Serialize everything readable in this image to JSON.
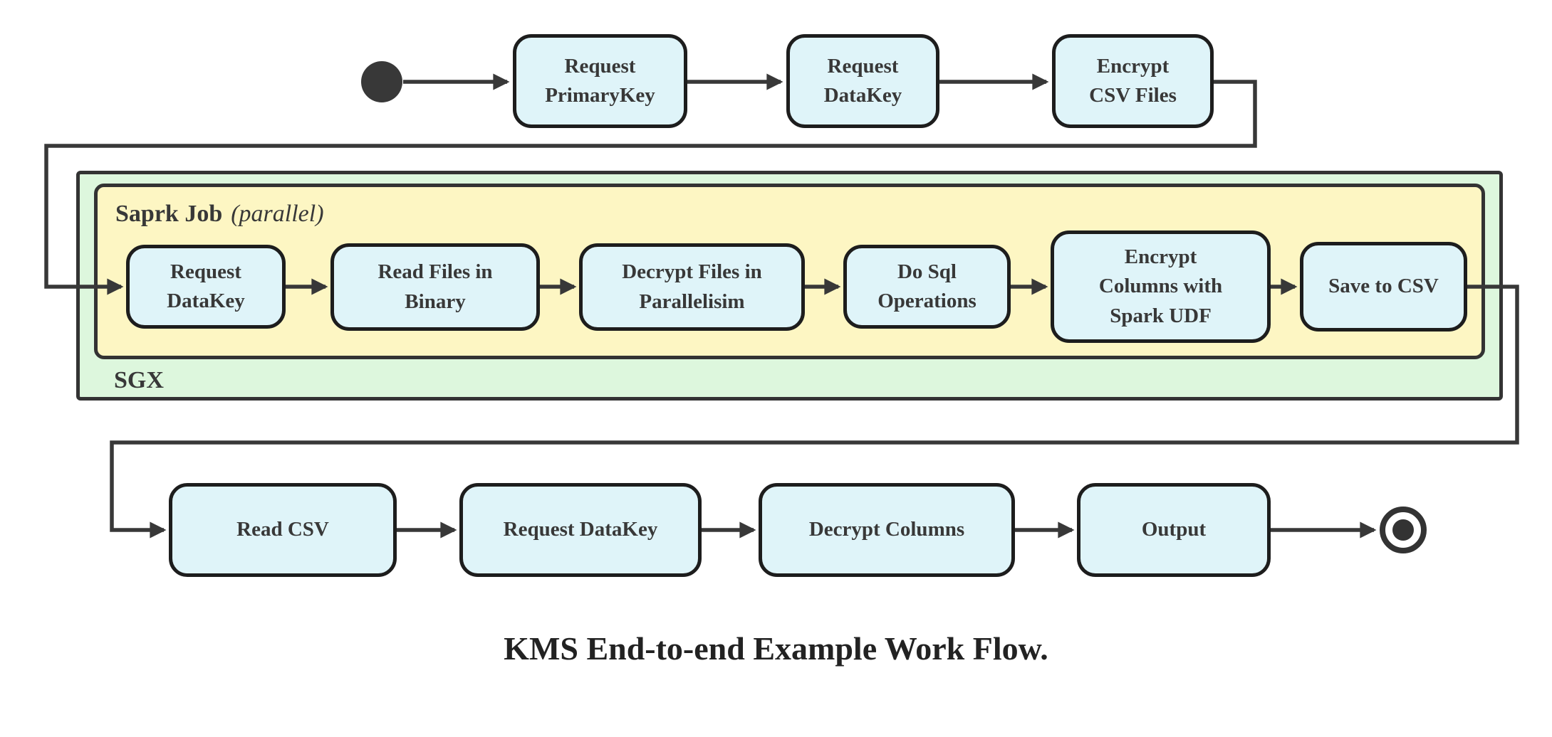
{
  "colors": {
    "background": "#ffffff",
    "node_fill": "#dff4f9",
    "node_border": "#1d1d1d",
    "node_text": "#383838",
    "edge_color": "#383838",
    "sgx_fill": "#ddf7dd",
    "spark_fill": "#fdf6c3",
    "container_border": "#333333",
    "start_fill": "#383838",
    "end_color": "#333333",
    "caption_color": "#222222"
  },
  "nodes": {
    "top": [
      {
        "id": "request-primarykey",
        "label": "Request\nPrimaryKey"
      },
      {
        "id": "request-datakey",
        "label": "Request\nDataKey"
      },
      {
        "id": "encrypt-csv-files",
        "label": "Encrypt\nCSV Files"
      }
    ],
    "spark_job": [
      {
        "id": "spark-request-datakey",
        "label": "Request\nDataKey"
      },
      {
        "id": "read-files-in-binary",
        "label": "Read Files in\nBinary"
      },
      {
        "id": "decrypt-files-in-parallelisim",
        "label": "Decrypt Files in\nParallelisim"
      },
      {
        "id": "do-sql-operations",
        "label": "Do Sql\nOperations"
      },
      {
        "id": "encrypt-columns-with-spark-udf",
        "label": "Encrypt\nColumns with\nSpark UDF"
      },
      {
        "id": "save-to-csv",
        "label": "Save to CSV"
      }
    ],
    "bottom": [
      {
        "id": "read-csv",
        "label": "Read CSV"
      },
      {
        "id": "bottom-request-datakey",
        "label": "Request DataKey"
      },
      {
        "id": "decrypt-columns",
        "label": "Decrypt Columns"
      },
      {
        "id": "output",
        "label": "Output"
      }
    ]
  },
  "groups": {
    "spark_job": {
      "name": "Saprk Job",
      "qualifier": "(parallel)"
    },
    "sgx": {
      "label": "SGX"
    }
  },
  "caption": "KMS End-to-end Example Work Flow."
}
